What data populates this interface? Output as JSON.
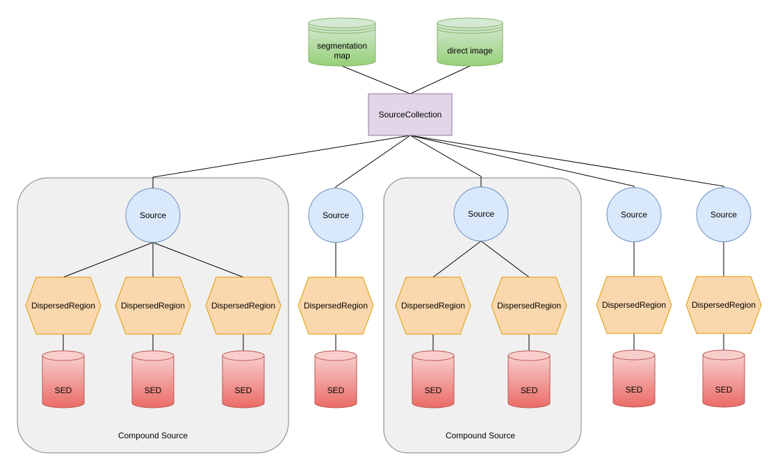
{
  "inputs": {
    "segmentation_map": [
      "segmentation",
      "map"
    ],
    "direct_image": [
      "direct image"
    ]
  },
  "collection": {
    "label": "SourceCollection"
  },
  "groups": [
    {
      "label": "Compound Source"
    },
    {
      "label": "Compound Source"
    }
  ],
  "sources": [
    {
      "label": "Source",
      "regions": [
        {
          "label": "DispersedRegion",
          "sed": "SED"
        },
        {
          "label": "DispersedRegion",
          "sed": "SED"
        },
        {
          "label": "DispersedRegion",
          "sed": "SED"
        }
      ]
    },
    {
      "label": "Source",
      "regions": [
        {
          "label": "DispersedRegion",
          "sed": "SED"
        }
      ]
    },
    {
      "label": "Source",
      "regions": [
        {
          "label": "DispersedRegion",
          "sed": "SED"
        },
        {
          "label": "DispersedRegion",
          "sed": "SED"
        }
      ]
    },
    {
      "label": "Source",
      "regions": [
        {
          "label": "DispersedRegion",
          "sed": "SED"
        }
      ]
    },
    {
      "label": "Source",
      "regions": [
        {
          "label": "DispersedRegion",
          "sed": "SED"
        }
      ]
    }
  ],
  "colors": {
    "input_fill": "#d5e8d4",
    "input_fill_dark": "#97d077",
    "input_stroke": "#82b366",
    "collection_fill": "#e1d5e7",
    "collection_stroke": "#9673a6",
    "source_fill": "#dae8fc",
    "source_stroke": "#6c8ebf",
    "region_fill": "#fad7ac",
    "region_stroke": "#d79b00",
    "sed_fill": "#f8cecc",
    "sed_fill_dark": "#ea6b66",
    "sed_stroke": "#b85450"
  }
}
